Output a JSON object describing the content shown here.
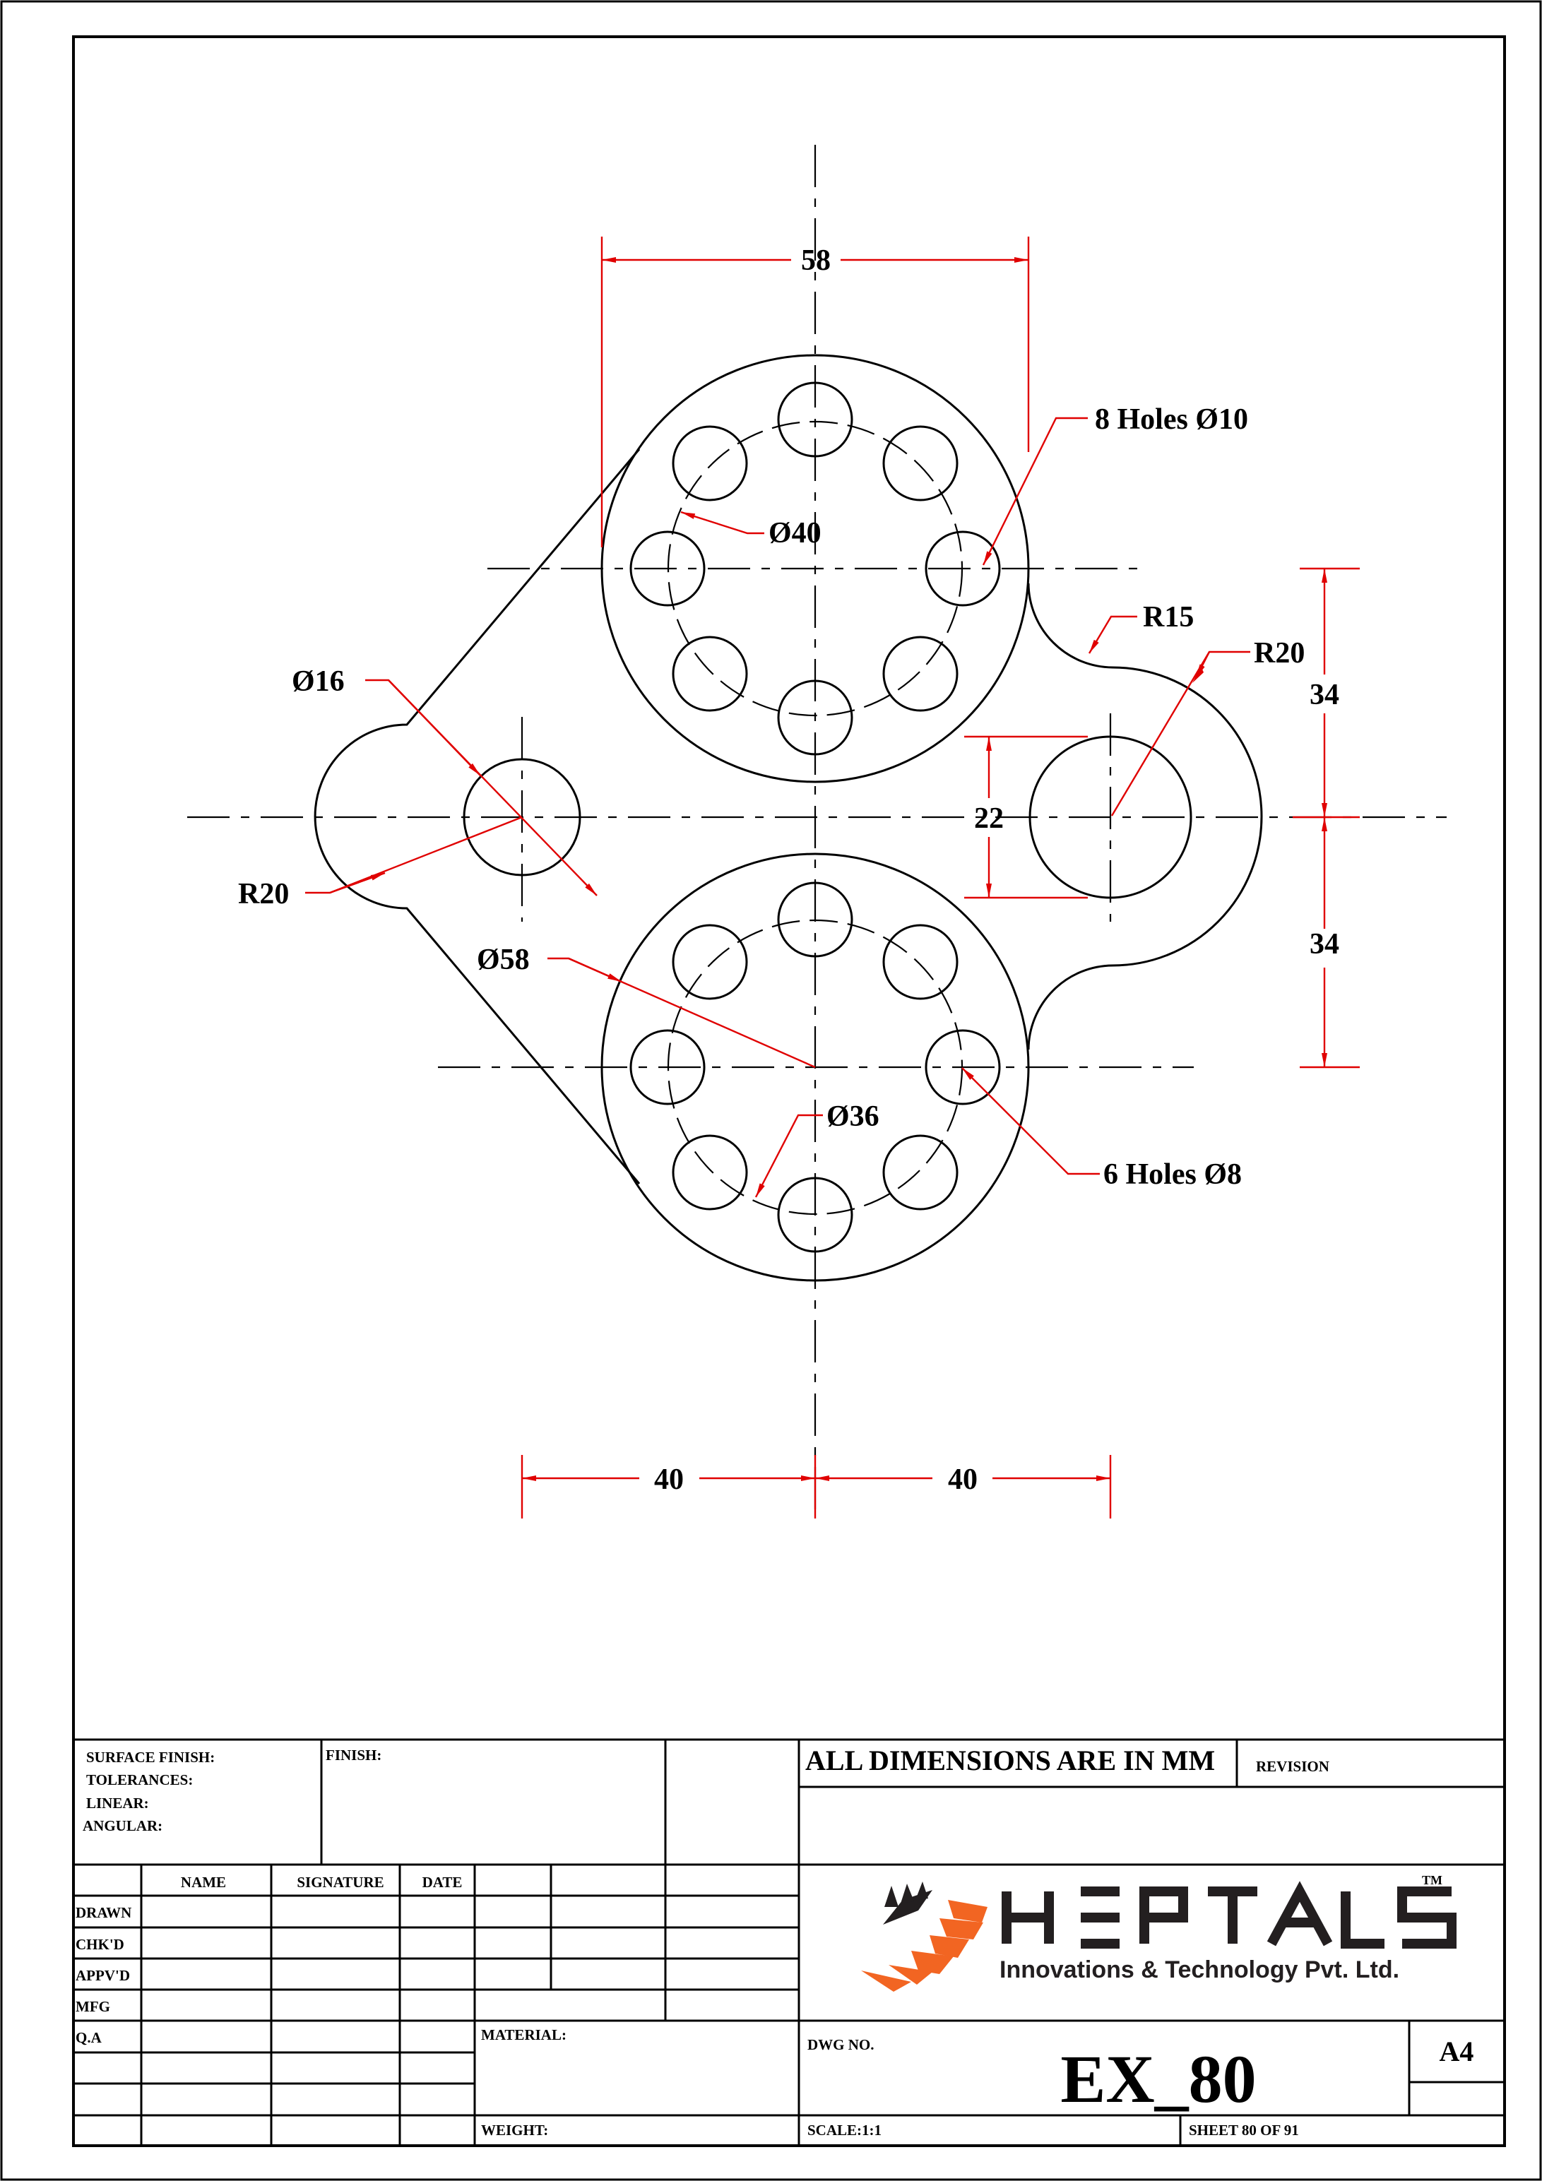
{
  "drawing": {
    "dimensions": {
      "d58_top": "58",
      "holes8": "8 Holes Ø10",
      "d40": "Ø40",
      "r15": "R15",
      "r20_right": "R20",
      "d16": "Ø16",
      "r20_left": "R20",
      "d34_top": "34",
      "d22": "22",
      "d34_bottom": "34",
      "d58_circle": "Ø58",
      "d36": "Ø36",
      "holes6": "6 Holes Ø8",
      "d40_left": "40",
      "d40_right": "40"
    }
  },
  "title_block": {
    "surface_finish": "SURFACE FINISH:",
    "tolerances": "TOLERANCES:",
    "linear": "LINEAR:",
    "angular": "ANGULAR:",
    "finish": "FINISH:",
    "all_dimensions": "ALL DIMENSIONS ARE IN MM",
    "revision": "REVISION",
    "col_name": "NAME",
    "col_signature": "SIGNATURE",
    "col_date": "DATE",
    "row_drawn": "DRAWN",
    "row_checked": "CHK'D",
    "row_approved": "APPV'D",
    "row_mfg": "MFG",
    "row_qa": "Q.A",
    "material": "MATERIAL:",
    "weight": "WEIGHT:",
    "dwg_no_label": "DWG NO.",
    "dwg_no": "EX_80",
    "size": "A4",
    "scale": "SCALE:1:1",
    "sheet": "SHEET 80 OF 91",
    "logo": {
      "brand": "HEPTALS",
      "tm": "TM",
      "tagline": "Innovations & Technology Pvt. Ltd.",
      "colors": {
        "orange": "#f26522",
        "black": "#231f20"
      }
    }
  }
}
